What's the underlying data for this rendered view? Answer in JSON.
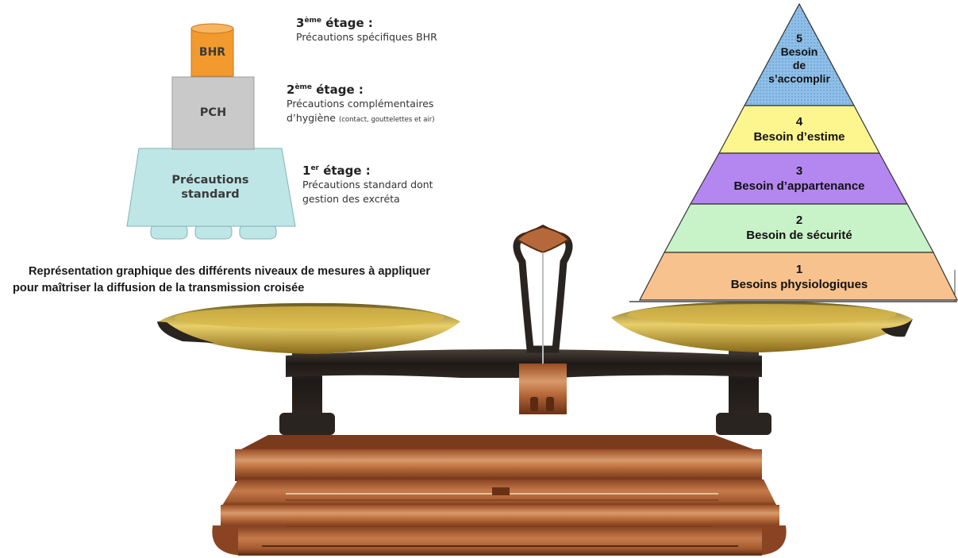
{
  "stack_diagram": {
    "blocks": {
      "bhr": "BHR",
      "pch": "PCH",
      "standard": "Précautions standard"
    },
    "levels": [
      {
        "ordinal": "3",
        "ordinal_sup": "ème",
        "title_suffix": " étage :",
        "line1": "Précautions spécifiques BHR",
        "line2": "",
        "note": ""
      },
      {
        "ordinal": "2",
        "ordinal_sup": "ème",
        "title_suffix": " étage :",
        "line1": "Précautions complémentaires",
        "line2": "d’hygiène",
        "note": "(contact, gouttelettes et air)"
      },
      {
        "ordinal": "1",
        "ordinal_sup": "er",
        "title_suffix": " étage :",
        "line1": "Précautions standard dont",
        "line2": "gestion des excréta",
        "note": ""
      }
    ],
    "caption_line1": "Représentation graphique des différents niveaux de mesures à appliquer",
    "caption_line2": "pour maîtriser la diffusion de la transmission croisée",
    "colors": {
      "bhr": "#f39a2e",
      "pch": "#c9c9c9",
      "standard": "#bfe6e6",
      "cylinder_top": "#f7b560"
    }
  },
  "pyramid": {
    "tiers": [
      {
        "number": "5",
        "label_lines": [
          "Besoin",
          "de",
          "s’accomplir"
        ],
        "color": "#8ec0ea"
      },
      {
        "number": "4",
        "label_lines": [
          "Besoin d’estime"
        ],
        "color": "#fdf58e"
      },
      {
        "number": "3",
        "label_lines": [
          "Besoin d’appartenance"
        ],
        "color": "#b487f0"
      },
      {
        "number": "2",
        "label_lines": [
          "Besoin de sécurité"
        ],
        "color": "#c8f2c8"
      },
      {
        "number": "1",
        "label_lines": [
          "Besoins physiologiques"
        ],
        "color": "#f8c28e"
      }
    ]
  },
  "scale_image": {
    "colors": {
      "brass": "#c8a23a",
      "brass_dark": "#8a6a18",
      "iron": "#2a2420",
      "copper": "#b5693a",
      "copper_dark": "#7a3b1d"
    }
  }
}
